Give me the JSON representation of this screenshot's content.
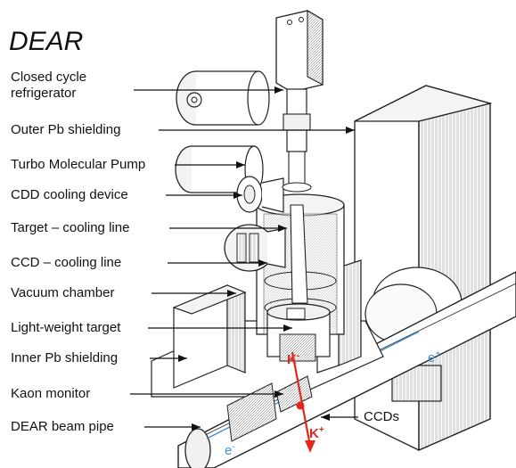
{
  "title": "DEAR",
  "labels": [
    {
      "text": "Closed cycle\nrefrigerator"
    },
    {
      "text": "Outer Pb shielding"
    },
    {
      "text": "Turbo Molecular Pump"
    },
    {
      "text": "CDD cooling device"
    },
    {
      "text": "Target – cooling line"
    },
    {
      "text": "CCD – cooling line"
    },
    {
      "text": "Vacuum chamber"
    },
    {
      "text": "Light-weight target"
    },
    {
      "text": "Inner Pb shielding"
    },
    {
      "text": "Kaon monitor"
    },
    {
      "text": "DEAR beam pipe"
    }
  ],
  "annotations": {
    "ccds": "CCDs",
    "k_minus": "K",
    "k_minus_sup": "-",
    "k_plus": "K",
    "k_plus_sup": "+",
    "e_plus": "e",
    "e_plus_sup": "+",
    "e_minus": "e",
    "e_minus_sup": "-"
  },
  "colors": {
    "kaon_track": "#e0281c",
    "beam_line": "#3a8fd6",
    "ink": "#111111"
  }
}
